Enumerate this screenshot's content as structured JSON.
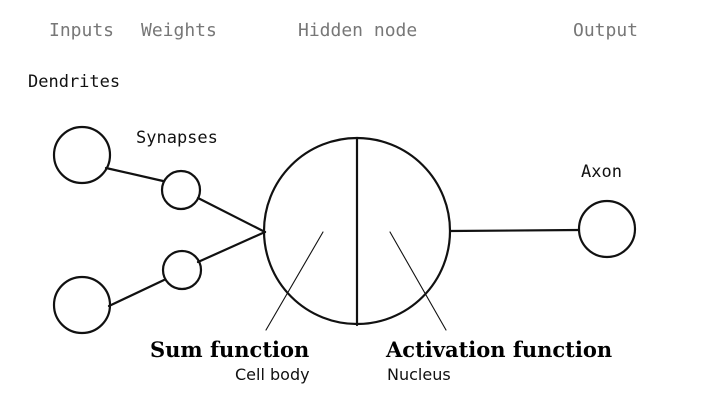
{
  "headers": {
    "inputs": "Inputs",
    "weights": "Weights",
    "hidden_node": "Hidden node",
    "output": "Output"
  },
  "labels": {
    "dendrites": "Dendrites",
    "synapses": "Synapses",
    "axon": "Axon"
  },
  "hidden": {
    "sum_function": "Sum function",
    "sum_sub": "Cell body",
    "activation_function": "Activation function",
    "activation_sub": "Nucleus"
  }
}
